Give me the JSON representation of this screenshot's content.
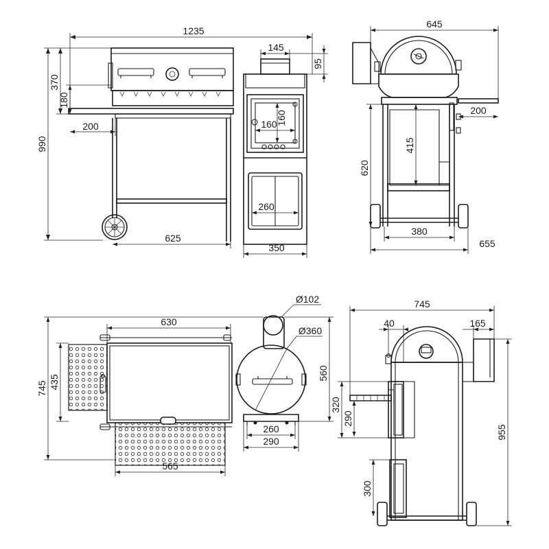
{
  "colors": {
    "line": "#1a1a1a",
    "background": "#ffffff"
  },
  "dimensions": {
    "front_view": {
      "overall_width": "1235",
      "overall_height": "990",
      "hood_height": "370",
      "shelf_height": "180",
      "side_shelf_width": "200",
      "chimney_width": "145",
      "chimney_height": "95",
      "firebox_door_width": "160",
      "firebox_door_height": "160",
      "cart_width": "625",
      "drawer_width": "260",
      "firebox_width": "350"
    },
    "side_view": {
      "overall_width": "645",
      "side_shelf_width": "200",
      "leg_height": "620",
      "rack_height": "415",
      "inner_width": "380",
      "base_width": "655"
    },
    "top_view": {
      "chamber_width": "630",
      "overall_depth": "745",
      "grate_depth": "435",
      "bottom_shelf_width": "565",
      "chimney_diameter": "Ø102",
      "firebox_diameter": "Ø360",
      "firebox_height": "560",
      "firebox_base_inner": "260",
      "firebox_base_outer": "290"
    },
    "firebox_side_view": {
      "overall_width": "745",
      "handle_offset": "40",
      "chimney_width": "165",
      "grill_height": "320",
      "grill_inner_height": "290",
      "overall_height": "955",
      "door_height": "300"
    }
  }
}
